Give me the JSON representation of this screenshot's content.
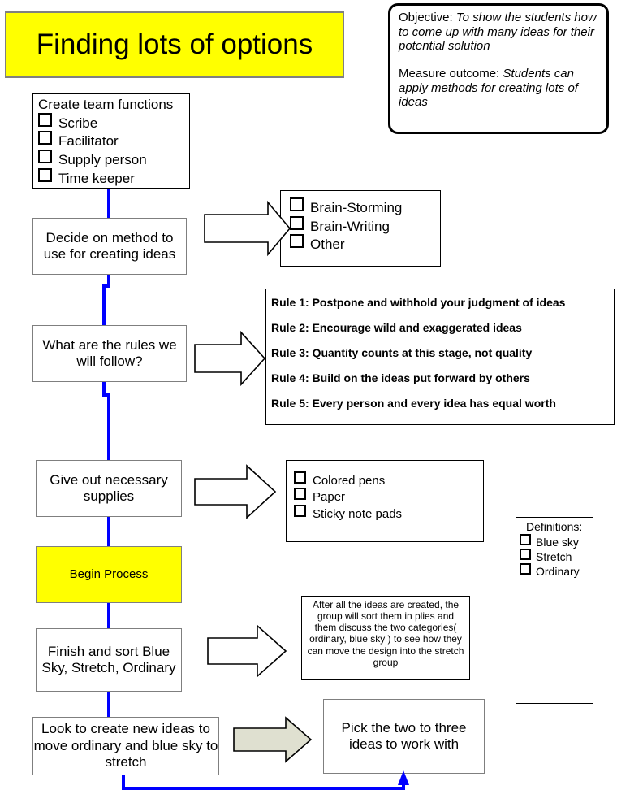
{
  "title": {
    "text": "Finding lots of options",
    "fill": "#ffff00",
    "border": "#808080"
  },
  "objective": {
    "objective_label": "Objective:",
    "objective_text": " To show the students how to come up with many ideas for their potential solution",
    "measure_label": "Measure outcome:",
    "measure_text": " Students can apply methods for creating lots of ideas"
  },
  "team_functions": {
    "heading": "Create team functions",
    "items": [
      "Scribe",
      "Facilitator",
      "Supply person",
      "Time keeper"
    ]
  },
  "steps": {
    "decide_method": "Decide on method to use for creating ideas",
    "rules_question": "What are the rules we will follow?",
    "give_supplies": "Give out necessary supplies",
    "begin_process": "Begin Process",
    "finish_sort": "Finish and sort Blue Sky, Stretch, Ordinary",
    "look_create": "Look to create new ideas to move ordinary and blue sky to stretch",
    "pick_ideas": "Pick the two to three ideas to work with"
  },
  "methods": {
    "items": [
      "Brain-Storming",
      "Brain-Writing",
      "Other"
    ]
  },
  "rules": {
    "lines": [
      "Rule 1: Postpone and withhold your judgment of ideas",
      "Rule 2: Encourage wild and exaggerated ideas",
      "Rule 3: Quantity counts at this stage, not quality",
      "Rule 4: Build on the ideas put forward by others",
      "Rule 5: Every person and every idea has equal worth"
    ]
  },
  "supplies": {
    "items": [
      "Colored pens",
      "Paper",
      "Sticky note pads"
    ]
  },
  "definitions": {
    "heading": "Definitions:",
    "items": [
      "Blue sky",
      "Stretch",
      "Ordinary"
    ]
  },
  "sort_note": {
    "text": "After all the ideas are created, the group will sort them in plies and them discuss the two categories( ordinary, blue sky ) to see how they can move the design into the stretch group"
  },
  "colors": {
    "highlight": "#ffff00",
    "connector": "#0000ff",
    "box_border": "#7f7f7f",
    "arrow_white_fill": "#ffffff",
    "arrow_gray_fill": "#dfe0d0",
    "arrow_outline": "#000000"
  }
}
